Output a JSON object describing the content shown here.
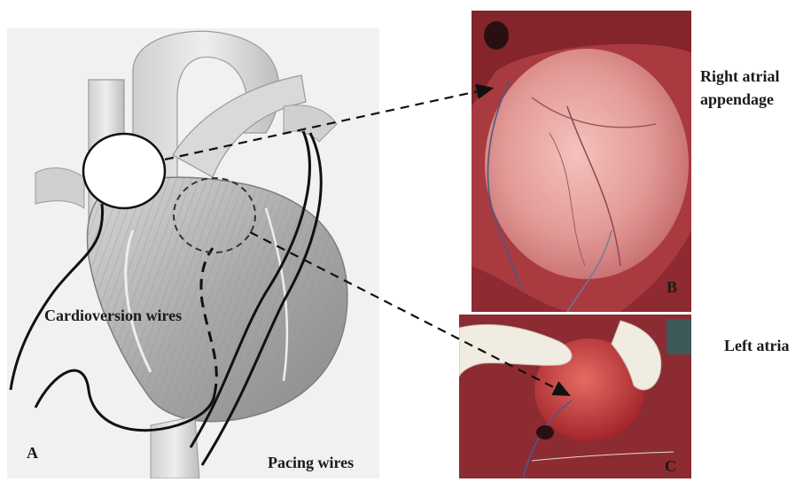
{
  "panels": {
    "a": {
      "letter": "A",
      "cardioversion_label": "Cardioversion wires",
      "pacing_label": "Pacing wires"
    },
    "b": {
      "letter": "B",
      "callout_line1": "Right atrial",
      "callout_line2": "appendage"
    },
    "c": {
      "letter": "C",
      "callout": "Left atria"
    }
  },
  "colors": {
    "heart_gray": "#b9b9b9",
    "tissue_red": "#b8424a",
    "heart_pink": "#e59a98",
    "wire": "#111111"
  }
}
